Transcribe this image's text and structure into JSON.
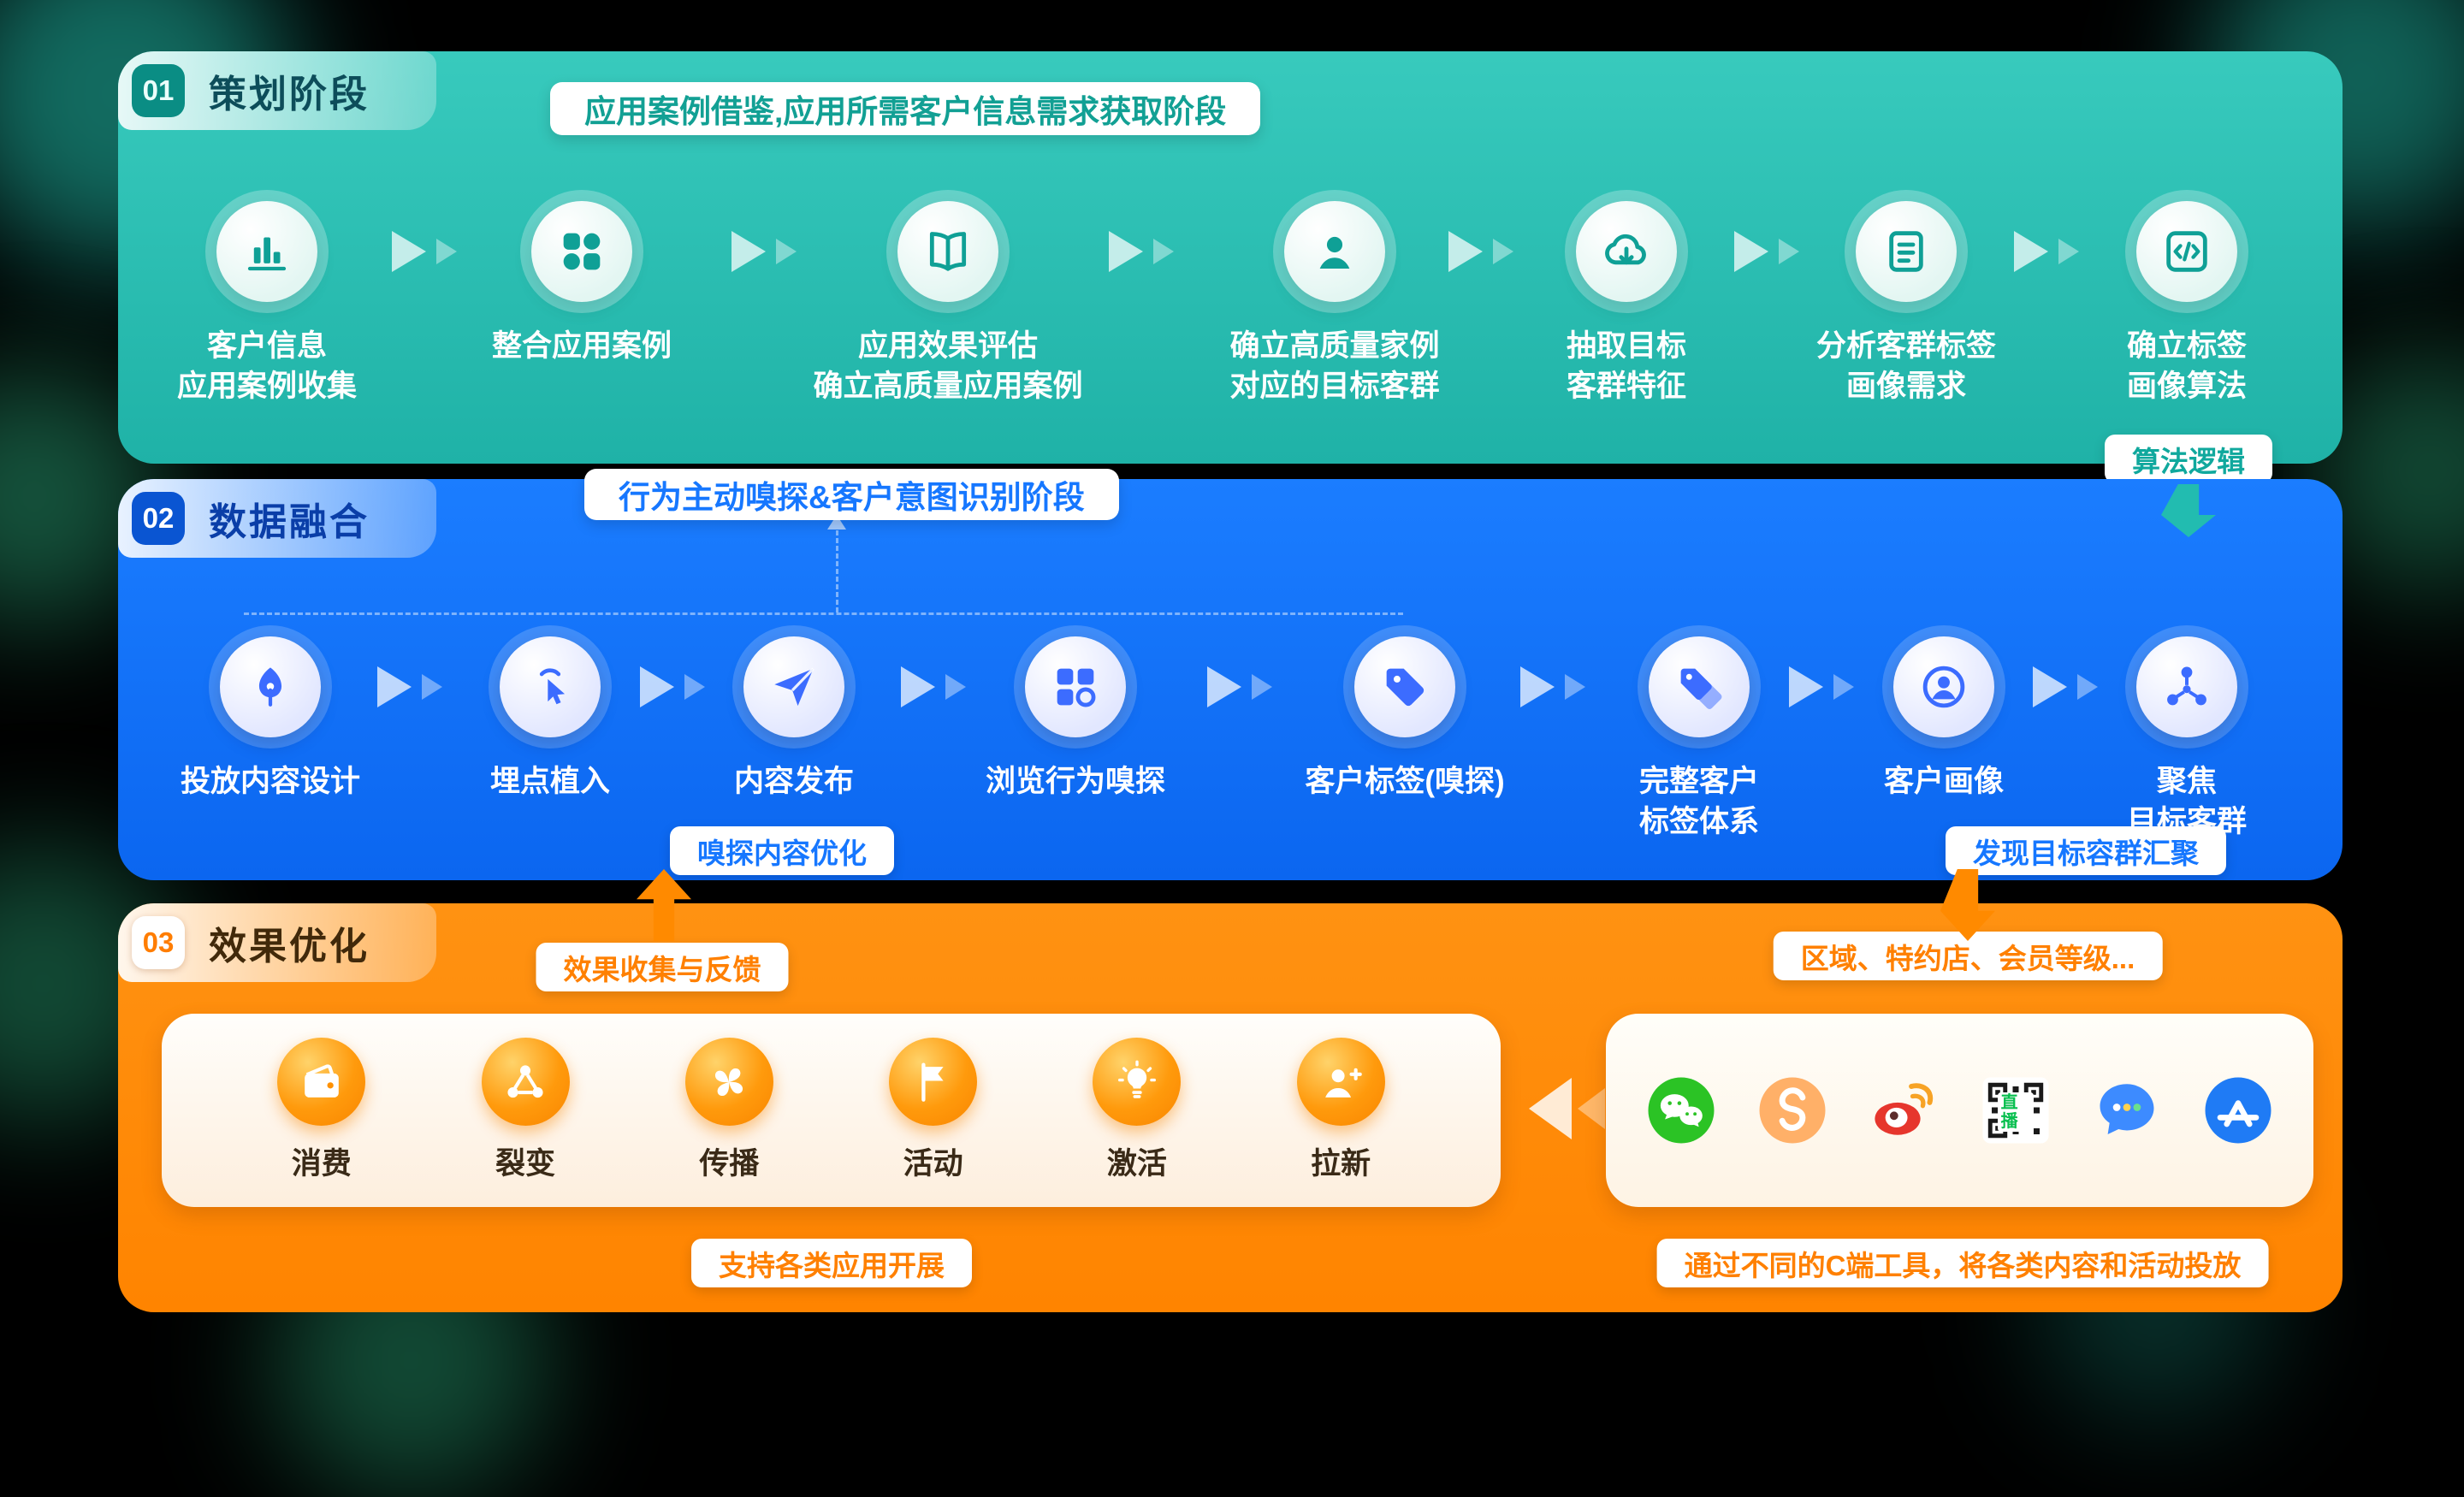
{
  "phase1": {
    "number": "01",
    "title": "策划阶段",
    "banner": "应用案例借鉴,应用所需客户信息需求获取阶段",
    "steps": [
      {
        "icon": "bar-chart-icon",
        "label": "客户信息\n应用案例收集"
      },
      {
        "icon": "clover-grid-icon",
        "label": "整合应用案例"
      },
      {
        "icon": "open-book-icon",
        "label": "应用效果评估\n确立高质量应用案例"
      },
      {
        "icon": "user-icon",
        "label": "确立高质量家例\n对应的目标客群"
      },
      {
        "icon": "cloud-download-icon",
        "label": "抽取目标\n客群特征"
      },
      {
        "icon": "document-icon",
        "label": "分析客群标签\n画像需求"
      },
      {
        "icon": "code-icon",
        "label": "确立标签\n画像算法"
      }
    ],
    "algorithm_tag": "算法逻辑"
  },
  "phase2": {
    "number": "02",
    "title": "数据融合",
    "banner": "行为主动嗅探&客户意图识别阶段",
    "steps": [
      {
        "icon": "pen-icon",
        "label": "投放内容设计"
      },
      {
        "icon": "tap-icon",
        "label": "埋点植入"
      },
      {
        "icon": "paper-plane-icon",
        "label": "内容发布"
      },
      {
        "icon": "browse-grid-icon",
        "label": "浏览行为嗅探"
      },
      {
        "icon": "tag-icon",
        "label": "客户标签(嗅探)"
      },
      {
        "icon": "tags-icon",
        "label": "完整客户\n标签体系"
      },
      {
        "icon": "portrait-icon",
        "label": "客户画像"
      },
      {
        "icon": "focus-network-icon",
        "label": "聚焦\n目标客群"
      }
    ],
    "optimize_tag": "嗅探内容优化",
    "discover_tag": "发现目标容群汇聚"
  },
  "phase3": {
    "number": "03",
    "title": "效果优化",
    "feedback_tag": "效果收集与反馈",
    "region_tag": "区域、特约店、会员等级...",
    "activities": [
      {
        "icon": "wallet-icon",
        "label": "消费"
      },
      {
        "icon": "fission-icon",
        "label": "裂变"
      },
      {
        "icon": "fan-icon",
        "label": "传播"
      },
      {
        "icon": "flag-icon",
        "label": "活动"
      },
      {
        "icon": "bulb-icon",
        "label": "激活"
      },
      {
        "icon": "user-plus-icon",
        "label": "拉新"
      }
    ],
    "activities_caption": "支持各类应用开展",
    "channels": [
      {
        "icon": "wechat-icon"
      },
      {
        "icon": "wechat-channels-icon"
      },
      {
        "icon": "weibo-icon"
      },
      {
        "icon": "qrcode-live-icon",
        "label": "直播"
      },
      {
        "icon": "chat-service-icon"
      },
      {
        "icon": "appstore-icon"
      }
    ],
    "channels_caption": "通过不同的C端工具，将各类内容和活动投放"
  },
  "colors": {
    "phase1_teal": "#25bcb0",
    "phase2_blue": "#0f6ffb",
    "phase3_orange": "#ff8a00",
    "background": "#000000"
  }
}
